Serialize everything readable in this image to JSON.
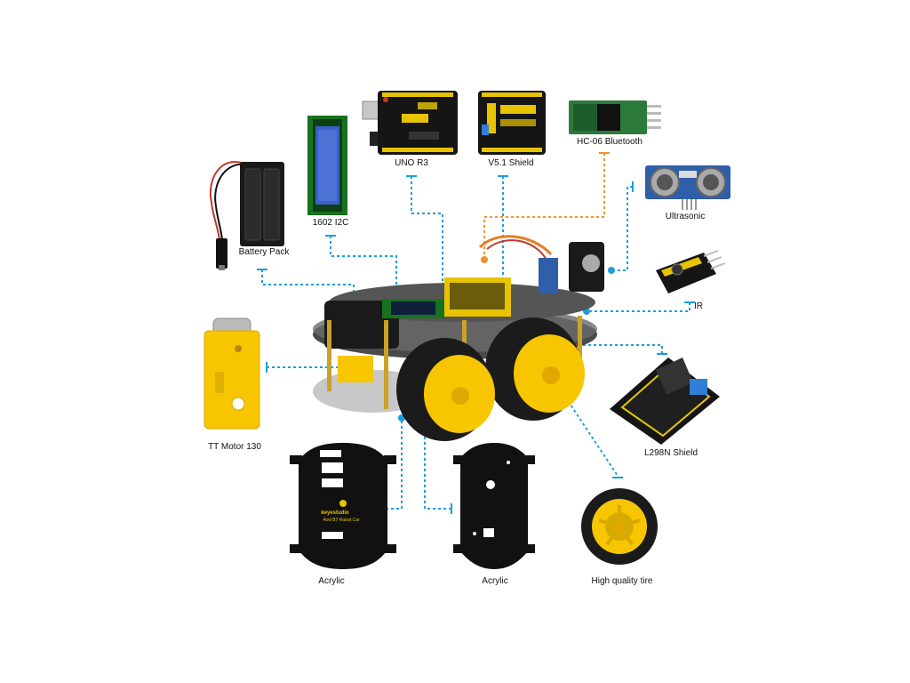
{
  "labels": {
    "battery": "Battery Pack",
    "lcd": "1602 I2C",
    "uno": "UNO R3",
    "shield": "V5.1 Shield",
    "bluetooth": "HC-06 Bluetooth",
    "ultrasonic": "Ultrasonic",
    "ir": "IR",
    "motor": "TT Motor 130",
    "l298n": "L298N Shield",
    "acrylic_left": "Acrylic",
    "acrylic_right": "Acrylic",
    "tire": "High quality tire"
  },
  "plate_text": {
    "brand": "keyestudio",
    "product": "4wd BT Robot Car"
  },
  "colors": {
    "connector_blue": "#1a9ee0",
    "connector_orange": "#f0932b",
    "wheel_yellow": "#f7c600",
    "tire_black": "#1b1b1b",
    "pcb_black": "#151515",
    "pcb_yellow": "#e8c400",
    "sensor_blue": "#2f5fa8"
  }
}
